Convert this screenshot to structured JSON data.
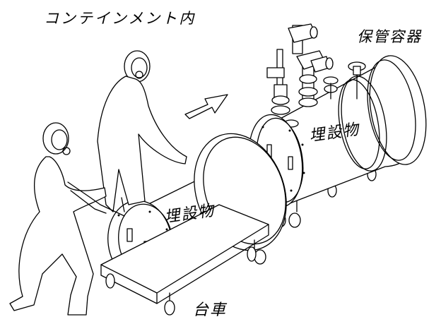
{
  "labels": {
    "containment": "コンテインメント内",
    "storage_vessel": "保管容器",
    "buried_object_back": "埋設物",
    "buried_object_front": "埋設物",
    "cart": "台車"
  }
}
